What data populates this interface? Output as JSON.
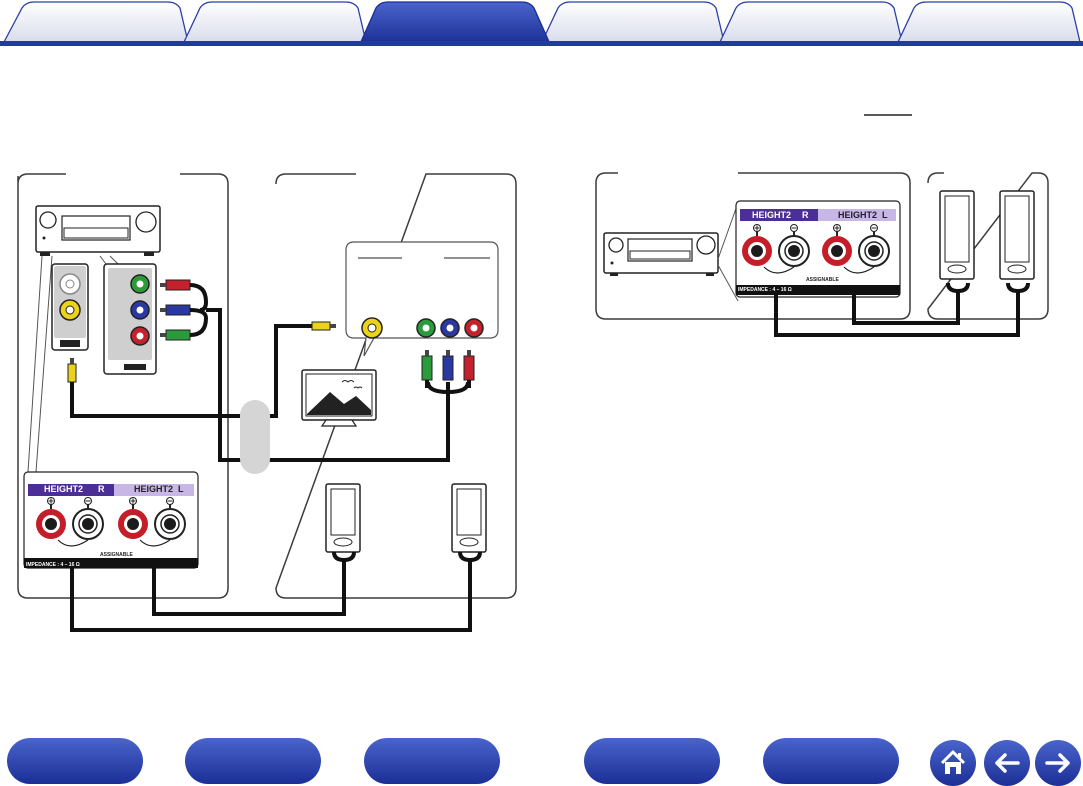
{
  "tabs": [
    {
      "label": "",
      "active": false
    },
    {
      "label": "",
      "active": false
    },
    {
      "label": "",
      "active": true
    },
    {
      "label": "",
      "active": false
    },
    {
      "label": "",
      "active": false
    },
    {
      "label": "",
      "active": false
    }
  ],
  "terminal": {
    "right_label": "HEIGHT2",
    "right_symbol": "R",
    "left_label": "HEIGHT2",
    "left_symbol": "L",
    "impedance": "IMPEDANCE : 4 – 16 Ω",
    "assignable": "ASSIGNABLE",
    "plus": "+",
    "minus": "−"
  },
  "colors": {
    "accent": "#1f3aa0",
    "height_right_bg": "#4b2f96",
    "height_left_bg": "#c7b6e6",
    "video_yellow": "#ecd21b",
    "component_green": "#2b9a3b",
    "component_blue": "#2b38a2",
    "component_red": "#c3212b",
    "binding_post_red": "#c41e2a",
    "panel_border": "#3c3c3c"
  },
  "footer": {
    "buttons": [
      {
        "label": ""
      },
      {
        "label": ""
      },
      {
        "label": ""
      },
      {
        "label": ""
      },
      {
        "label": ""
      }
    ],
    "icons": [
      "home-icon",
      "arrow-left-icon",
      "arrow-right-icon"
    ]
  }
}
